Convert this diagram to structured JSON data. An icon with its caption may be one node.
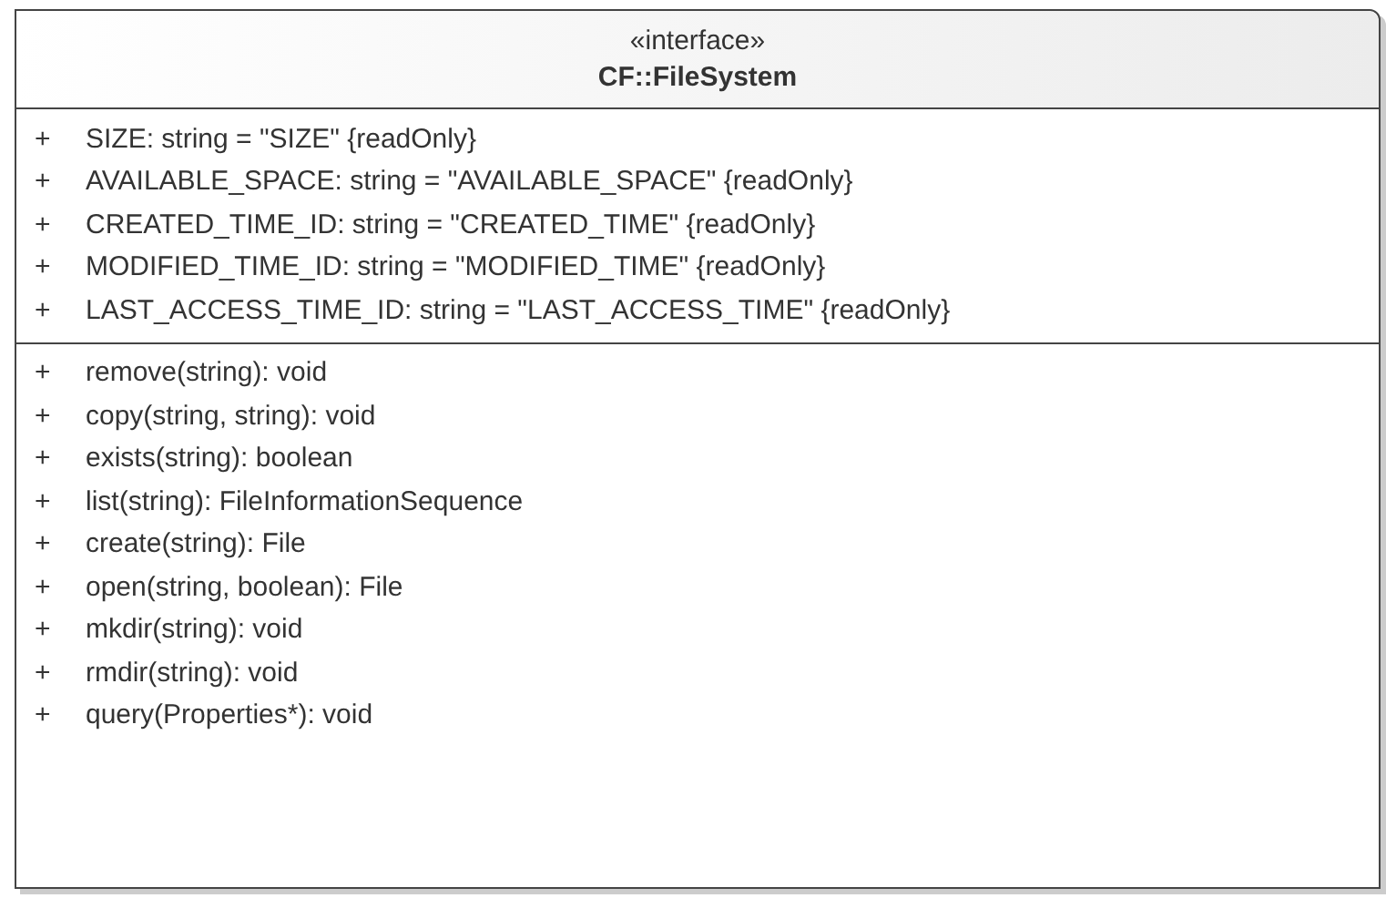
{
  "diagram": {
    "nodes": [
      {
        "text": [
          "«interface»",
          "CF::FileSystem"
        ]
      },
      {
        "text": [
          "+ SIZE: string = \"SIZE\" {readOnly}",
          "+ AVAILABLE_SPACE: string = \"AVAILABLE_SPACE\" {readOnly}",
          "+ CREATED_TIME_ID: string = \"CREATED_TIME\" {readOnly}",
          "+ MODIFIED_TIME_ID: string = \"MODIFIED_TIME\" {readOnly}",
          "+ LAST_ACCESS_TIME_ID: string = \"LAST_ACCESS_TIME\" {readOnly}"
        ],
        "in": 0
      },
      {
        "text": [
          "+ remove(string): void",
          "+ copy(string, string): void",
          "+ exists(string): boolean",
          "+ list(string): FileInformationSequence",
          "+ create(string): File",
          "+ open(string, boolean): File",
          "+ mkdir(string): void",
          "+ rmdir(string): void",
          "+ query(Properties*): void"
        ],
        "in": 0
      }
    ]
  }
}
